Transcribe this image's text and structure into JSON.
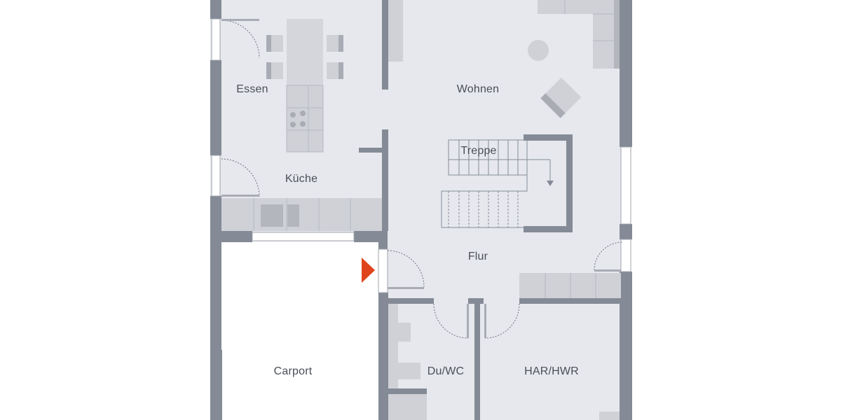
{
  "floorplan": {
    "rooms": [
      {
        "id": "essen",
        "label": "Essen"
      },
      {
        "id": "wohnen",
        "label": "Wohnen"
      },
      {
        "id": "kueche",
        "label": "Küche"
      },
      {
        "id": "treppe",
        "label": "Treppe"
      },
      {
        "id": "flur",
        "label": "Flur"
      },
      {
        "id": "carport",
        "label": "Carport"
      },
      {
        "id": "du-wc",
        "label": "Du/WC"
      },
      {
        "id": "har-hwr",
        "label": "HAR/HWR"
      }
    ],
    "entrance_marker": {
      "label": "entrance-arrow",
      "color": "#e0441a"
    },
    "colors": {
      "wall": "#848b96",
      "floor": "#e6e8ed",
      "furniture": "#cfd1d7",
      "furniture_dark": "#a9acb4",
      "outside": "#ffffff",
      "text": "#4a4f57"
    }
  }
}
